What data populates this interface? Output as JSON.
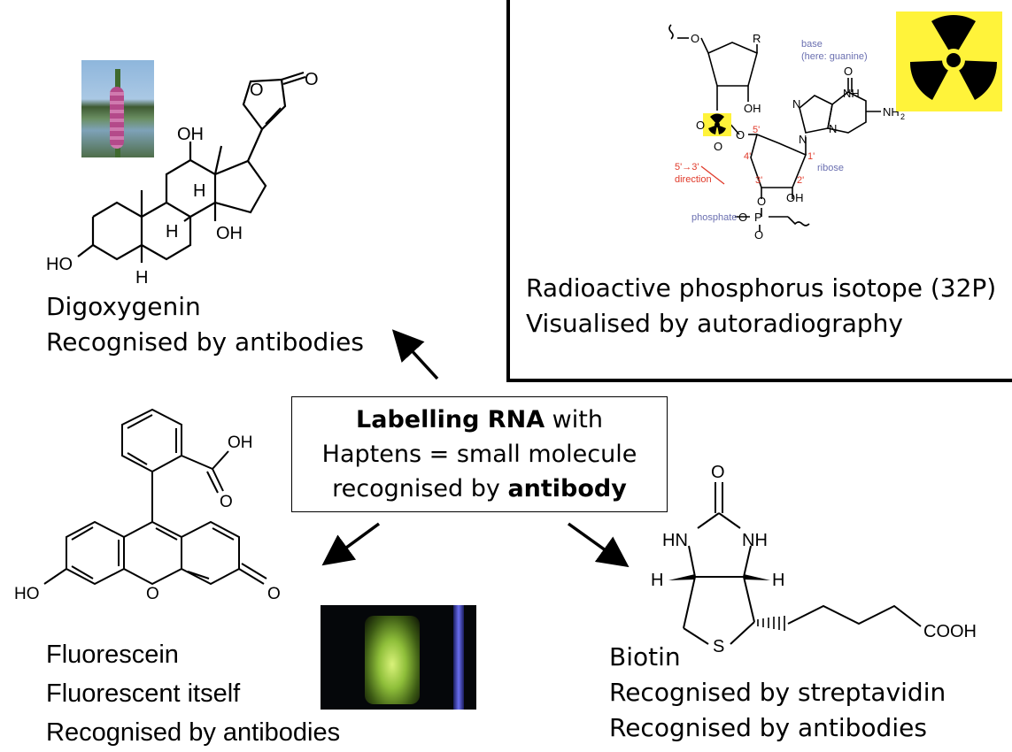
{
  "title_box": {
    "line1_bold": "Labelling RNA",
    "line1_rest": " with",
    "line2": "Haptens = small molecule",
    "line3_pre": "recognised by ",
    "line3_bold": "antibody"
  },
  "digoxygenin": {
    "name": "Digoxygenin",
    "desc": "Recognised by antibodies",
    "atoms": {
      "oh_top": "OH",
      "ho_left": "HO",
      "oh_mid": "OH",
      "o_ring": "O",
      "o_keto": "O",
      "h1": "H",
      "h2": "H",
      "h3": "H"
    }
  },
  "radioactive": {
    "line1": "Radioactive phosphorus isotope (32P)",
    "line2": "Visualised by autoradiography",
    "labels": {
      "base": "base",
      "guanine": "(here: guanine)",
      "ribose": "ribose",
      "phosphate": "phosphate",
      "direction1": "5'→3'",
      "direction2": "direction",
      "r": "R",
      "oh": "OH",
      "nh": "NH",
      "nh2": "NH",
      "nh2_sub": "2",
      "n": "N",
      "o": "O",
      "p": "P",
      "p5": "5'",
      "p4": "4'",
      "p3": "3'",
      "p2": "2'",
      "p1": "1'"
    },
    "colors": {
      "blue": "#6a6fb0",
      "red": "#e03a2a",
      "yellow": "#fff33a"
    }
  },
  "fluorescein": {
    "name": "Fluorescein",
    "desc1": "Fluorescent itself",
    "desc2": "Recognised by antibodies",
    "atoms": {
      "oh": "OH",
      "o_carbonyl": "O",
      "ho": "HO",
      "o_ring": "O",
      "o_keto": "O"
    }
  },
  "biotin": {
    "name": "Biotin",
    "desc1": "Recognised by streptavidin",
    "desc2": "Recognised by antibodies",
    "atoms": {
      "o": "O",
      "hn": "HN",
      "nh": "NH",
      "h_left": "H",
      "h_right": "H",
      "s": "S",
      "cooh": "COOH"
    }
  }
}
